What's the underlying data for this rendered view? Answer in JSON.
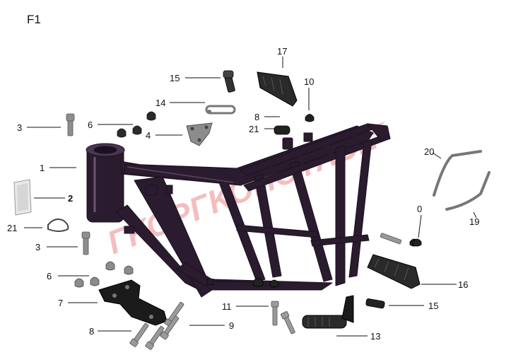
{
  "page_title": "F1",
  "watermark": {
    "text": "ΓΚΟΡΓΚΟΠΟΥΛΟΣ",
    "suffix": "Α.Ε.",
    "color": "#f3b3b3"
  },
  "colors": {
    "frame": "#2a1b2e",
    "frame_highlight": "#5a4560",
    "metal": "#9a9a9a",
    "rubber": "#3a3a3a",
    "leader": "#111111"
  },
  "callouts": {
    "c1": "1",
    "c2": "2",
    "c3a": "3",
    "c3b": "3",
    "c4": "4",
    "c6a": "6",
    "c6b": "6",
    "c7": "7",
    "c8a": "8",
    "c8b": "8",
    "c9": "9",
    "c10": "10",
    "c11": "11",
    "c12": "12",
    "c13": "13",
    "c14": "14",
    "c15a": "15",
    "c15b": "15",
    "c16": "16",
    "c17": "17",
    "c19": "19",
    "c20": "20",
    "c21a": "21",
    "c21b": "21",
    "c0": "0"
  }
}
